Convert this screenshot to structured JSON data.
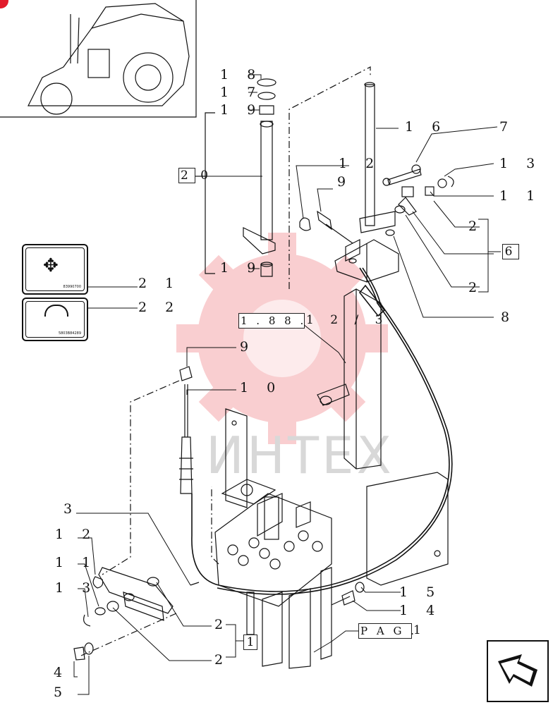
{
  "watermark": {
    "text": "ИНТЕХ",
    "color": "#e8242e"
  },
  "callouts": {
    "c18": "1 8",
    "c17": "1 7",
    "c19a": "1 9",
    "c20": "2 0",
    "c19b": "1 9",
    "c16": "1 6",
    "c7": "7",
    "c12a": "1 2",
    "c9a": "9",
    "c13a": "1 3",
    "c11a": "1 1",
    "c2a": "2",
    "c6": "6",
    "c2b": "2",
    "c8": "8",
    "c21": "2 1",
    "c22": "2 2",
    "c9b": "9",
    "c10": "1 0",
    "c3": "3",
    "c12b": "1 2",
    "c11b": "1 1",
    "c13b": "1 3",
    "c2c": "2",
    "c1": "1",
    "c2d": "2",
    "c4": "4",
    "c5": "5",
    "c15": "1 5",
    "c14": "1 4"
  },
  "references": {
    "ref_main": "1 . 8 8 .",
    "ref_suffix": "1 2 / 3",
    "pag_box": "P A G .",
    "pag_num": "1"
  },
  "decals": {
    "decal_top_code": "83990700",
    "decal_bottom_code": "5803B84289"
  },
  "nav": {
    "icon": "next-page-arrow-icon"
  }
}
